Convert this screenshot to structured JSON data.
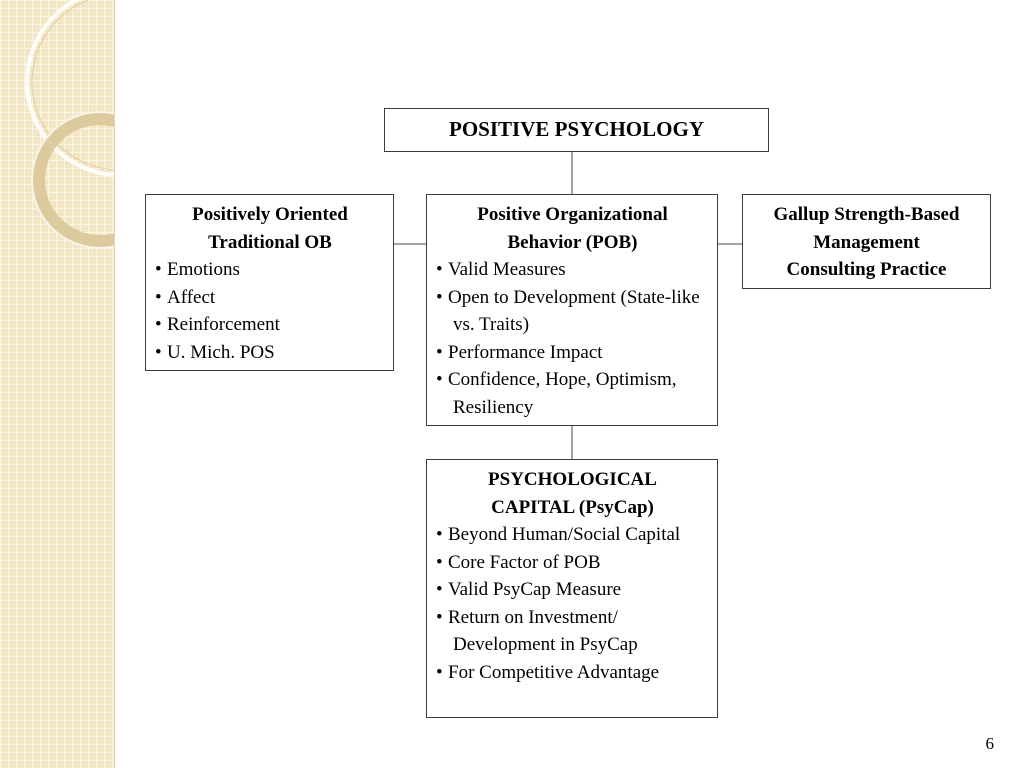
{
  "diagram": {
    "root": {
      "label": "POSITIVE PSYCHOLOGY"
    },
    "traditional_ob": {
      "title_lines": [
        "Positively Oriented",
        "Traditional OB"
      ],
      "items": [
        "Emotions",
        "Affect",
        "Reinforcement",
        "U. Mich. POS"
      ]
    },
    "pob": {
      "title_lines": [
        "Positive Organizational",
        "Behavior (POB)"
      ],
      "items": [
        "Valid Measures",
        "Open to Development (State-like vs. Traits)",
        "Performance Impact",
        "Confidence, Hope, Optimism, Resiliency"
      ]
    },
    "gallup": {
      "title_lines": [
        "Gallup Strength-Based",
        "Management",
        "Consulting Practice"
      ]
    },
    "psycap": {
      "title_lines": [
        "PSYCHOLOGICAL",
        "CAPITAL (PsyCap)"
      ],
      "items": [
        "Beyond Human/Social Capital",
        "Core Factor of POB",
        "Valid PsyCap Measure",
        "Return on Investment/ Development in PsyCap",
        "For Competitive Advantage"
      ]
    }
  },
  "slide": {
    "page_number": "6"
  },
  "colors": {
    "side_panel": "#f3e6c4",
    "box_border": "#3c3c3c",
    "connector": "#4a4a4a"
  }
}
